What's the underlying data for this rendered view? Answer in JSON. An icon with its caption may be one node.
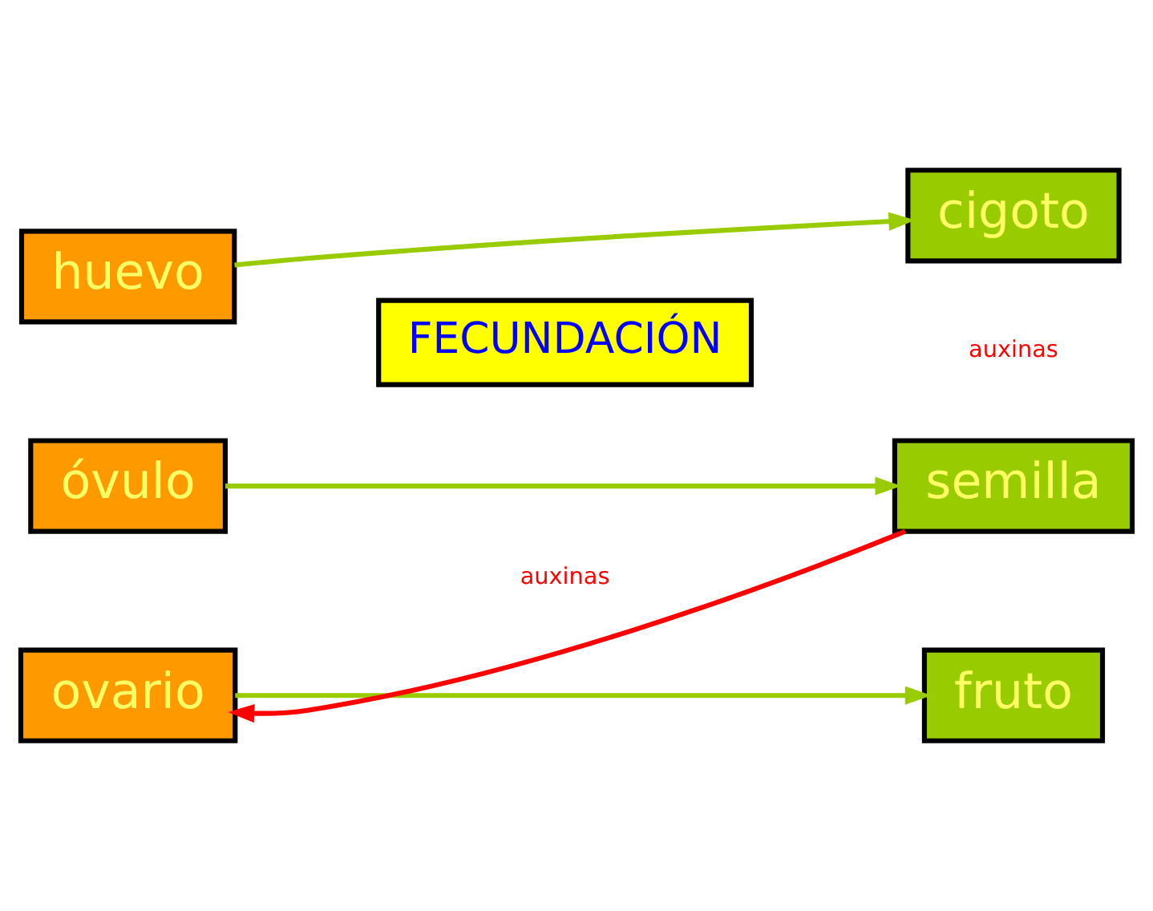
{
  "diagram": {
    "nodes": [
      {
        "text": [
          "huevo"
        ]
      },
      {
        "text": [
          "óvulo"
        ]
      },
      {
        "text": [
          "ovario"
        ]
      },
      {
        "text": [
          "FECUNDACIÓN"
        ]
      },
      {
        "text": [
          "cigoto"
        ]
      },
      {
        "text": [
          "semilla"
        ]
      },
      {
        "text": [
          "fruto"
        ]
      }
    ],
    "edges": [
      {
        "from": 0,
        "to": 4,
        "arrow": "to",
        "color": "#99cc00"
      },
      {
        "from": 1,
        "to": 5,
        "arrow": "to",
        "color": "#99cc00"
      },
      {
        "from": 2,
        "to": 6,
        "arrow": "to",
        "color": "#99cc00"
      },
      {
        "from": 5,
        "to": 2,
        "arrow": "to",
        "color": "#ff0000",
        "label": "auxinas"
      }
    ],
    "labels": [
      "auxinas"
    ]
  }
}
